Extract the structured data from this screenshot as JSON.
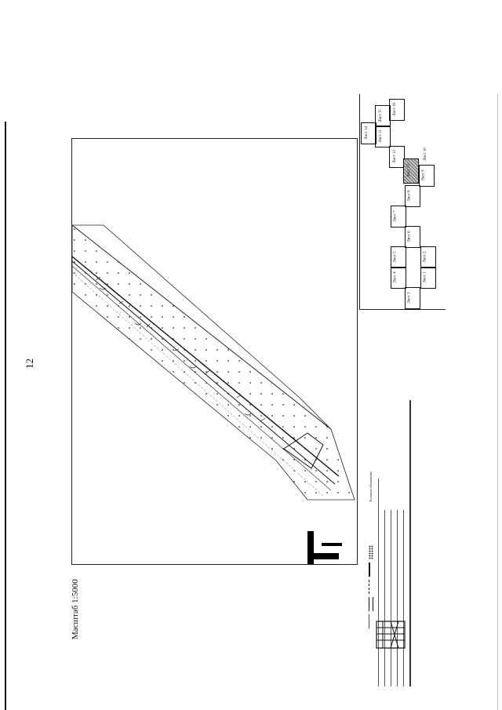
{
  "page_number": "12",
  "scale": "Масштаб 1:5000",
  "index_sheets": [
    {
      "label": "Лист 1"
    },
    {
      "label": "Лист 2"
    },
    {
      "label": "Лист 3"
    },
    {
      "label": "Лист 4"
    },
    {
      "label": "Лист 5"
    },
    {
      "label": "Лист 6"
    },
    {
      "label": "Лист 7"
    },
    {
      "label": "Лист 8"
    },
    {
      "label": "Лист 9"
    },
    {
      "label": "Лист 10"
    },
    {
      "label": "Лист 11"
    },
    {
      "label": "Лист 12"
    },
    {
      "label": "Лист 13",
      "current": true
    },
    {
      "label": "Лист 14"
    },
    {
      "label": "Лист 15"
    },
    {
      "label": "Лист 16"
    }
  ],
  "legend": {
    "title": "Условные обозначения"
  },
  "colors": {
    "ink": "#111111",
    "current_sheet": "#9a9a9a",
    "frame": "#222222"
  }
}
